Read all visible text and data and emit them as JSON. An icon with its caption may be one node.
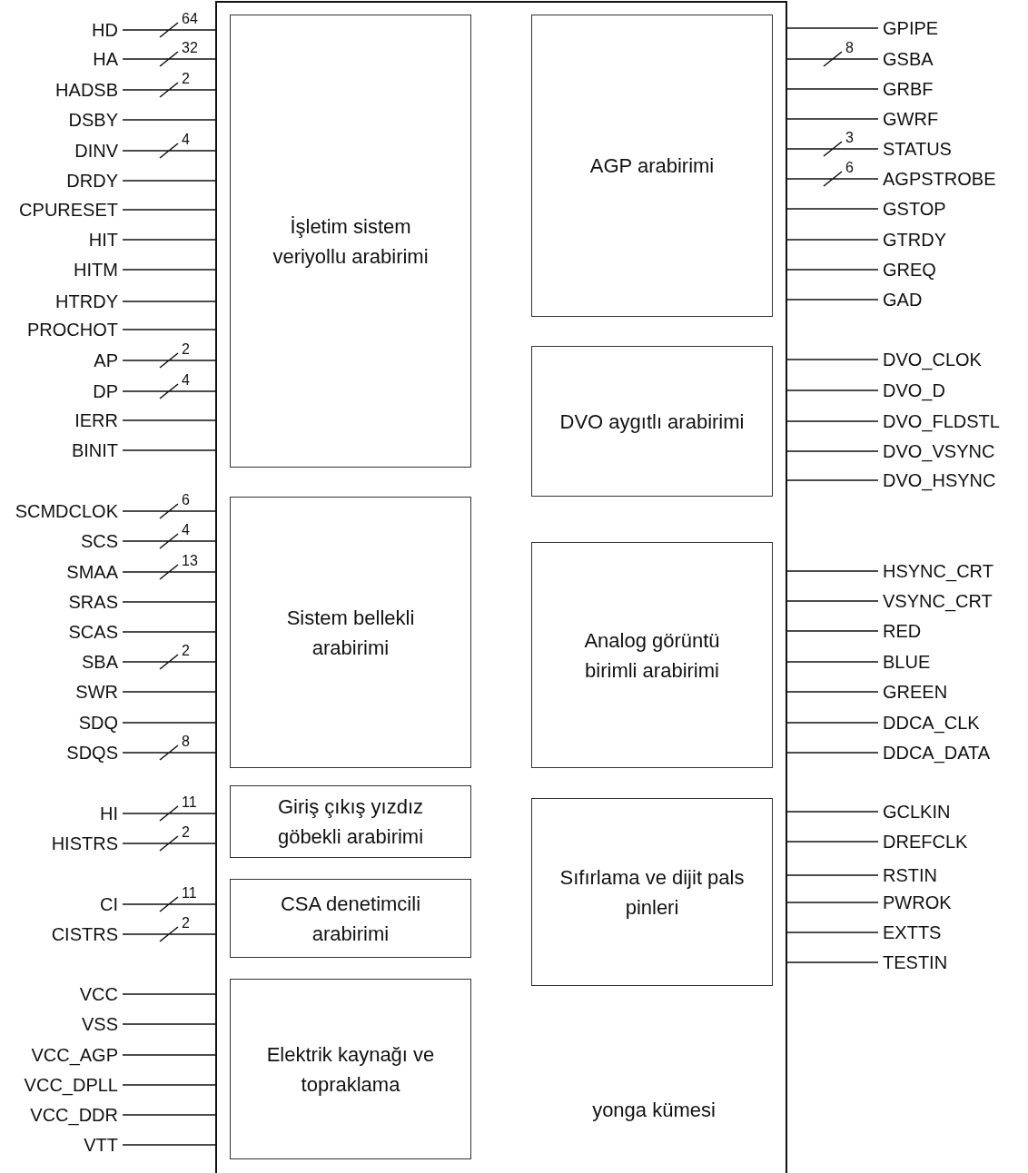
{
  "diagram": {
    "nodes": [
      {
        "text": [
          "yonga kümesi"
        ]
      },
      {
        "text": [
          "İşletim sistem veriyollu arabirimi"
        ],
        "in": 0
      },
      {
        "text": [
          "AGP arabirimi"
        ],
        "in": 0
      },
      {
        "text": [
          "DVO aygıtlı arabirimi"
        ],
        "in": 0
      },
      {
        "text": [
          "Sistem bellekli arabirimi"
        ],
        "in": 0
      },
      {
        "text": [
          "Analog görüntü birimli arabirimi"
        ],
        "in": 0
      },
      {
        "text": [
          "Giriş çıkış yızdız göbekli arabirimi"
        ],
        "in": 0
      },
      {
        "text": [
          "Sıfırlama ve dijit pals pinleri"
        ],
        "in": 0
      },
      {
        "text": [
          "CSA denetimcili arabirimi"
        ],
        "in": 0
      },
      {
        "text": [
          "Elektrik kaynağı ve topraklama"
        ],
        "in": 0
      },
      {
        "text": [
          "HD"
        ]
      },
      {
        "text": [
          "HA"
        ]
      },
      {
        "text": [
          "HADSB"
        ]
      },
      {
        "text": [
          "DSBY"
        ]
      },
      {
        "text": [
          "DINV"
        ]
      },
      {
        "text": [
          "DRDY"
        ]
      },
      {
        "text": [
          "CPURESET"
        ]
      },
      {
        "text": [
          "HIT"
        ]
      },
      {
        "text": [
          "HITM"
        ]
      },
      {
        "text": [
          "HTRDY"
        ]
      },
      {
        "text": [
          "PROCHOT"
        ]
      },
      {
        "text": [
          "AP"
        ]
      },
      {
        "text": [
          "DP"
        ]
      },
      {
        "text": [
          "IERR"
        ]
      },
      {
        "text": [
          "BINIT"
        ]
      },
      {
        "text": [
          "SCMDCLOK"
        ]
      },
      {
        "text": [
          "SCS"
        ]
      },
      {
        "text": [
          "SMAA"
        ]
      },
      {
        "text": [
          "SRAS"
        ]
      },
      {
        "text": [
          "SCAS"
        ]
      },
      {
        "text": [
          "SBA"
        ]
      },
      {
        "text": [
          "SWR"
        ]
      },
      {
        "text": [
          "SDQ"
        ]
      },
      {
        "text": [
          "SDQS"
        ]
      },
      {
        "text": [
          "HI"
        ]
      },
      {
        "text": [
          "HISTRS"
        ]
      },
      {
        "text": [
          "CI"
        ]
      },
      {
        "text": [
          "CISTRS"
        ]
      },
      {
        "text": [
          "VCC"
        ]
      },
      {
        "text": [
          "VSS"
        ]
      },
      {
        "text": [
          "VCC_AGP"
        ]
      },
      {
        "text": [
          "VCC_DPLL"
        ]
      },
      {
        "text": [
          "VCC_DDR"
        ]
      },
      {
        "text": [
          "VTT"
        ]
      },
      {
        "text": [
          "GPIPE"
        ]
      },
      {
        "text": [
          "GSBA"
        ]
      },
      {
        "text": [
          "GRBF"
        ]
      },
      {
        "text": [
          "GWRF"
        ]
      },
      {
        "text": [
          "STATUS"
        ]
      },
      {
        "text": [
          "AGPSTROBE"
        ]
      },
      {
        "text": [
          "GSTOP"
        ]
      },
      {
        "text": [
          "GTRDY"
        ]
      },
      {
        "text": [
          "GREQ"
        ]
      },
      {
        "text": [
          "GAD"
        ]
      },
      {
        "text": [
          "DVO_CLOK"
        ]
      },
      {
        "text": [
          "DVO_D"
        ]
      },
      {
        "text": [
          "DVO_FLDSTL"
        ]
      },
      {
        "text": [
          "DVO_VSYNC"
        ]
      },
      {
        "text": [
          "DVO_HSYNC"
        ]
      },
      {
        "text": [
          "HSYNC_CRT"
        ]
      },
      {
        "text": [
          "VSYNC_CRT"
        ]
      },
      {
        "text": [
          "RED"
        ]
      },
      {
        "text": [
          "BLUE"
        ]
      },
      {
        "text": [
          "GREEN"
        ]
      },
      {
        "text": [
          "DDCA_CLK"
        ]
      },
      {
        "text": [
          "DDCA_DATA"
        ]
      },
      {
        "text": [
          "GCLKIN"
        ]
      },
      {
        "text": [
          "DREFCLK"
        ]
      },
      {
        "text": [
          "RSTIN"
        ]
      },
      {
        "text": [
          "PWROK"
        ]
      },
      {
        "text": [
          "EXTTS"
        ]
      },
      {
        "text": [
          "TESTIN"
        ]
      }
    ],
    "edges": [
      {
        "from": 10,
        "to": 0,
        "arrow": "none",
        "label": "64"
      },
      {
        "from": 11,
        "to": 0,
        "arrow": "none",
        "label": "32"
      },
      {
        "from": 12,
        "to": 0,
        "arrow": "none",
        "label": "2"
      },
      {
        "from": 13,
        "to": 0,
        "arrow": "none"
      },
      {
        "from": 14,
        "to": 0,
        "arrow": "none",
        "label": "4"
      },
      {
        "from": 15,
        "to": 0,
        "arrow": "none"
      },
      {
        "from": 16,
        "to": 0,
        "arrow": "none"
      },
      {
        "from": 17,
        "to": 0,
        "arrow": "none"
      },
      {
        "from": 18,
        "to": 0,
        "arrow": "none"
      },
      {
        "from": 19,
        "to": 0,
        "arrow": "none"
      },
      {
        "from": 20,
        "to": 0,
        "arrow": "none"
      },
      {
        "from": 21,
        "to": 0,
        "arrow": "none",
        "label": "2"
      },
      {
        "from": 22,
        "to": 0,
        "arrow": "none",
        "label": "4"
      },
      {
        "from": 23,
        "to": 0,
        "arrow": "none"
      },
      {
        "from": 24,
        "to": 0,
        "arrow": "none"
      },
      {
        "from": 25,
        "to": 0,
        "arrow": "none",
        "label": "6"
      },
      {
        "from": 26,
        "to": 0,
        "arrow": "none",
        "label": "4"
      },
      {
        "from": 27,
        "to": 0,
        "arrow": "none",
        "label": "13"
      },
      {
        "from": 28,
        "to": 0,
        "arrow": "none"
      },
      {
        "from": 29,
        "to": 0,
        "arrow": "none"
      },
      {
        "from": 30,
        "to": 0,
        "arrow": "none",
        "label": "2"
      },
      {
        "from": 31,
        "to": 0,
        "arrow": "none"
      },
      {
        "from": 32,
        "to": 0,
        "arrow": "none"
      },
      {
        "from": 33,
        "to": 0,
        "arrow": "none",
        "label": "8"
      },
      {
        "from": 34,
        "to": 0,
        "arrow": "none",
        "label": "11"
      },
      {
        "from": 35,
        "to": 0,
        "arrow": "none",
        "label": "2"
      },
      {
        "from": 36,
        "to": 0,
        "arrow": "none",
        "label": "11"
      },
      {
        "from": 37,
        "to": 0,
        "arrow": "none",
        "label": "2"
      },
      {
        "from": 38,
        "to": 0,
        "arrow": "none"
      },
      {
        "from": 39,
        "to": 0,
        "arrow": "none"
      },
      {
        "from": 40,
        "to": 0,
        "arrow": "none"
      },
      {
        "from": 41,
        "to": 0,
        "arrow": "none"
      },
      {
        "from": 42,
        "to": 0,
        "arrow": "none"
      },
      {
        "from": 43,
        "to": 0,
        "arrow": "none"
      },
      {
        "from": 0,
        "to": 44,
        "arrow": "none"
      },
      {
        "from": 0,
        "to": 45,
        "arrow": "none",
        "label": "8"
      },
      {
        "from": 0,
        "to": 46,
        "arrow": "none"
      },
      {
        "from": 0,
        "to": 47,
        "arrow": "none"
      },
      {
        "from": 0,
        "to": 48,
        "arrow": "none",
        "label": "3"
      },
      {
        "from": 0,
        "to": 49,
        "arrow": "none",
        "label": "6"
      },
      {
        "from": 0,
        "to": 50,
        "arrow": "none"
      },
      {
        "from": 0,
        "to": 51,
        "arrow": "none"
      },
      {
        "from": 0,
        "to": 52,
        "arrow": "none"
      },
      {
        "from": 0,
        "to": 53,
        "arrow": "none"
      },
      {
        "from": 0,
        "to": 54,
        "arrow": "none"
      },
      {
        "from": 0,
        "to": 55,
        "arrow": "none"
      },
      {
        "from": 0,
        "to": 56,
        "arrow": "none"
      },
      {
        "from": 0,
        "to": 57,
        "arrow": "none"
      },
      {
        "from": 0,
        "to": 58,
        "arrow": "none"
      },
      {
        "from": 0,
        "to": 59,
        "arrow": "none"
      },
      {
        "from": 0,
        "to": 60,
        "arrow": "none"
      },
      {
        "from": 0,
        "to": 61,
        "arrow": "none"
      },
      {
        "from": 0,
        "to": 62,
        "arrow": "none"
      },
      {
        "from": 0,
        "to": 63,
        "arrow": "none"
      },
      {
        "from": 0,
        "to": 64,
        "arrow": "none"
      },
      {
        "from": 0,
        "to": 65,
        "arrow": "none"
      },
      {
        "from": 0,
        "to": 66,
        "arrow": "none"
      },
      {
        "from": 0,
        "to": 67,
        "arrow": "none"
      },
      {
        "from": 0,
        "to": 68,
        "arrow": "none"
      },
      {
        "from": 0,
        "to": 69,
        "arrow": "none"
      },
      {
        "from": 0,
        "to": 70,
        "arrow": "none"
      },
      {
        "from": 0,
        "to": 71,
        "arrow": "none"
      }
    ]
  }
}
